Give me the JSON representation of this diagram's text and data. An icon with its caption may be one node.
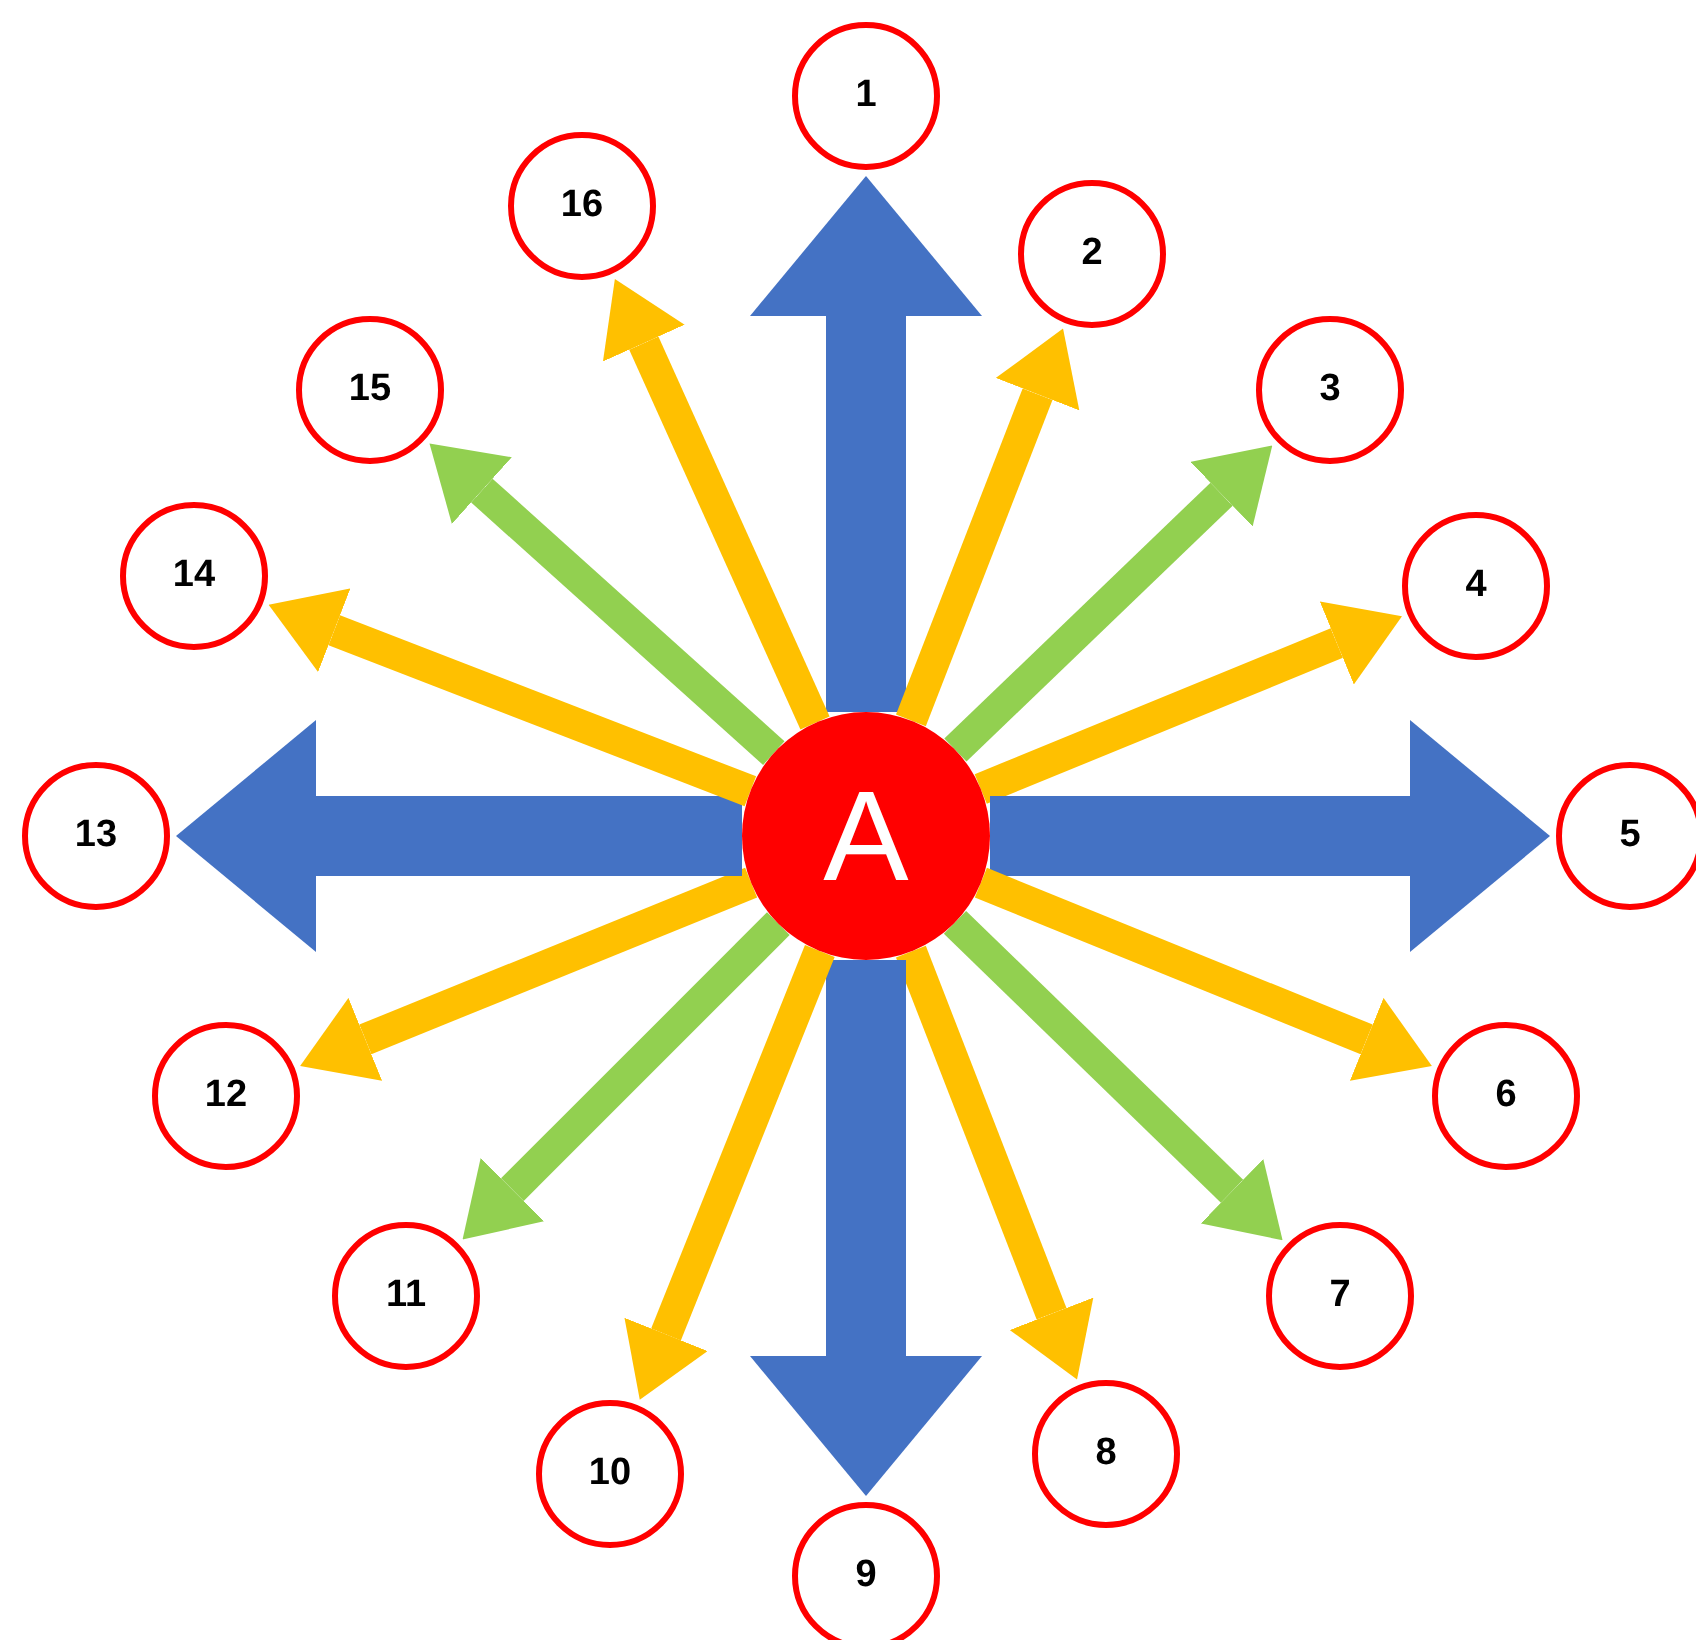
{
  "diagram": {
    "nodes": [
      {
        "text": [
          "A"
        ]
      },
      {
        "text": [
          "1"
        ]
      },
      {
        "text": [
          "2"
        ]
      },
      {
        "text": [
          "3"
        ]
      },
      {
        "text": [
          "4"
        ]
      },
      {
        "text": [
          "5"
        ]
      },
      {
        "text": [
          "6"
        ]
      },
      {
        "text": [
          "7"
        ]
      },
      {
        "text": [
          "8"
        ]
      },
      {
        "text": [
          "9"
        ]
      },
      {
        "text": [
          "10"
        ]
      },
      {
        "text": [
          "11"
        ]
      },
      {
        "text": [
          "12"
        ]
      },
      {
        "text": [
          "13"
        ]
      },
      {
        "text": [
          "14"
        ]
      },
      {
        "text": [
          "15"
        ]
      },
      {
        "text": [
          "16"
        ]
      }
    ],
    "edges": [
      {
        "from": 0,
        "to": 1,
        "arrow": "to",
        "style": "thick",
        "color": "#4472c4"
      },
      {
        "from": 0,
        "to": 2,
        "arrow": "to"
      },
      {
        "from": 0,
        "to": 3,
        "arrow": "to",
        "color": "#92d050"
      },
      {
        "from": 0,
        "to": 4,
        "arrow": "to"
      },
      {
        "from": 0,
        "to": 5,
        "arrow": "to",
        "style": "thick",
        "color": "#4472c4"
      },
      {
        "from": 0,
        "to": 6,
        "arrow": "to"
      },
      {
        "from": 0,
        "to": 7,
        "arrow": "to",
        "color": "#92d050"
      },
      {
        "from": 0,
        "to": 8,
        "arrow": "to"
      },
      {
        "from": 0,
        "to": 9,
        "arrow": "to",
        "style": "thick",
        "color": "#4472c4"
      },
      {
        "from": 0,
        "to": 10,
        "arrow": "to"
      },
      {
        "from": 0,
        "to": 11,
        "arrow": "to",
        "color": "#92d050"
      },
      {
        "from": 0,
        "to": 12,
        "arrow": "to"
      },
      {
        "from": 0,
        "to": 13,
        "arrow": "to",
        "style": "thick",
        "color": "#4472c4"
      },
      {
        "from": 0,
        "to": 14,
        "arrow": "to"
      },
      {
        "from": 0,
        "to": 15,
        "arrow": "to",
        "color": "#92d050"
      },
      {
        "from": 0,
        "to": 16,
        "arrow": "to"
      }
    ]
  }
}
